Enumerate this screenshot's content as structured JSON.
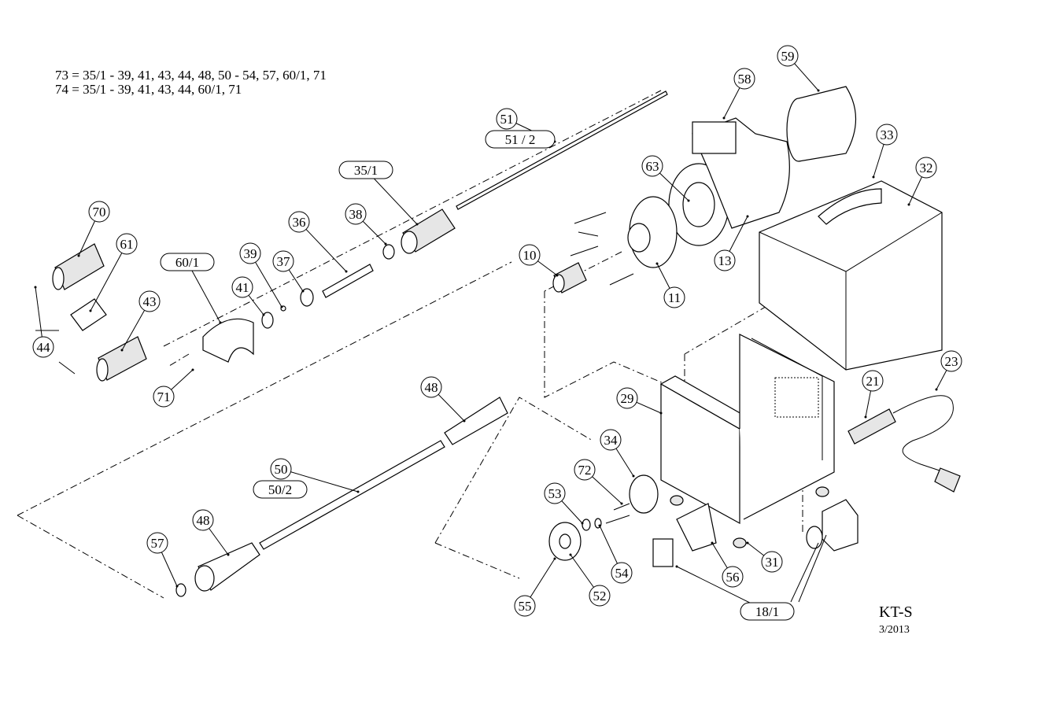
{
  "notes": {
    "line1": "73 = 35/1 - 39, 41, 43, 44, 48, 50 - 54, 57, 60/1, 71",
    "line2": "74 = 35/1 - 39, 41, 43, 44, 60/1, 71"
  },
  "title_block": {
    "model": "KT-S",
    "date": "3/2013"
  },
  "callouts": [
    {
      "label": "59",
      "shape": "circle"
    },
    {
      "label": "58",
      "shape": "circle"
    },
    {
      "label": "33",
      "shape": "circle"
    },
    {
      "label": "32",
      "shape": "circle"
    },
    {
      "label": "51",
      "shape": "circle"
    },
    {
      "label": "51 / 2",
      "shape": "oval"
    },
    {
      "label": "35/1",
      "shape": "oval"
    },
    {
      "label": "63",
      "shape": "circle"
    },
    {
      "label": "70",
      "shape": "circle"
    },
    {
      "label": "61",
      "shape": "circle"
    },
    {
      "label": "36",
      "shape": "circle"
    },
    {
      "label": "38",
      "shape": "circle"
    },
    {
      "label": "10",
      "shape": "circle"
    },
    {
      "label": "13",
      "shape": "circle"
    },
    {
      "label": "11",
      "shape": "circle"
    },
    {
      "label": "60/1",
      "shape": "oval"
    },
    {
      "label": "39",
      "shape": "circle"
    },
    {
      "label": "37",
      "shape": "circle"
    },
    {
      "label": "41",
      "shape": "circle"
    },
    {
      "label": "43",
      "shape": "circle"
    },
    {
      "label": "44",
      "shape": "circle"
    },
    {
      "label": "71",
      "shape": "circle"
    },
    {
      "label": "48",
      "shape": "circle"
    },
    {
      "label": "29",
      "shape": "circle"
    },
    {
      "label": "21",
      "shape": "circle"
    },
    {
      "label": "23",
      "shape": "circle"
    },
    {
      "label": "34",
      "shape": "circle"
    },
    {
      "label": "50",
      "shape": "circle"
    },
    {
      "label": "50/2",
      "shape": "oval"
    },
    {
      "label": "72",
      "shape": "circle"
    },
    {
      "label": "53",
      "shape": "circle"
    },
    {
      "label": "54",
      "shape": "circle"
    },
    {
      "label": "31",
      "shape": "circle"
    },
    {
      "label": "56",
      "shape": "circle"
    },
    {
      "label": "57",
      "shape": "circle"
    },
    {
      "label": "48",
      "shape": "circle"
    },
    {
      "label": "52",
      "shape": "circle"
    },
    {
      "label": "55",
      "shape": "circle"
    },
    {
      "label": "18/1",
      "shape": "oval"
    }
  ]
}
